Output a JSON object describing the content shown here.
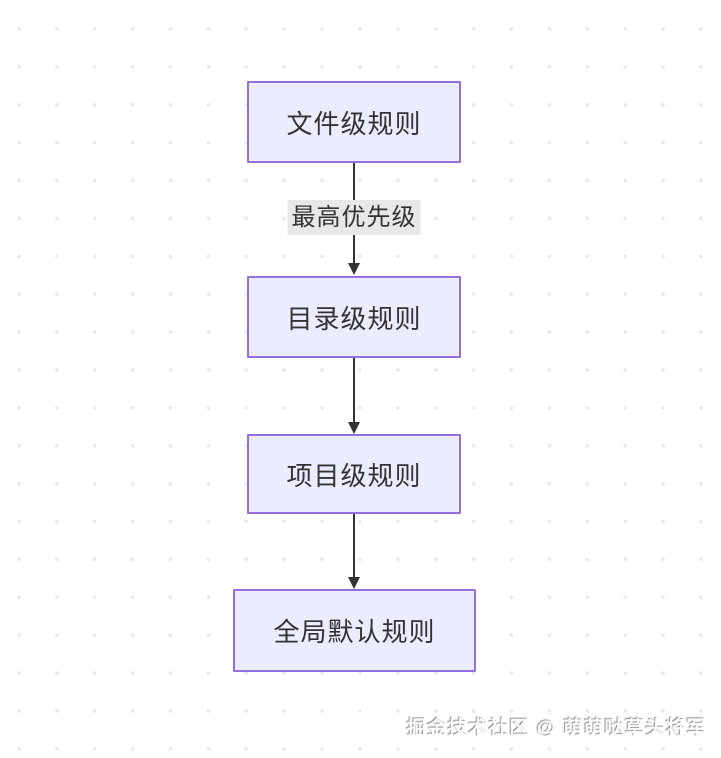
{
  "diagram": {
    "type": "flowchart-top-down",
    "nodes": [
      {
        "id": "file",
        "label": "文件级规则"
      },
      {
        "id": "directory",
        "label": "目录级规则"
      },
      {
        "id": "project",
        "label": "项目级规则"
      },
      {
        "id": "global",
        "label": "全局默认规则"
      }
    ],
    "edges": [
      {
        "from": "file",
        "to": "directory",
        "label": "最高优先级"
      },
      {
        "from": "directory",
        "to": "project",
        "label": ""
      },
      {
        "from": "project",
        "to": "global",
        "label": ""
      }
    ],
    "colors": {
      "canvas_bg": "#ffffff",
      "grid_dot": "#e7e7e7",
      "node_fill": "#ececff",
      "node_border": "#9370db",
      "node_text": "#333333",
      "edge": "#333333",
      "edge_label_bg": "#e8e8e8"
    }
  },
  "watermark": {
    "text": "掘金技术社区 @ 萌萌哒草头将军"
  }
}
